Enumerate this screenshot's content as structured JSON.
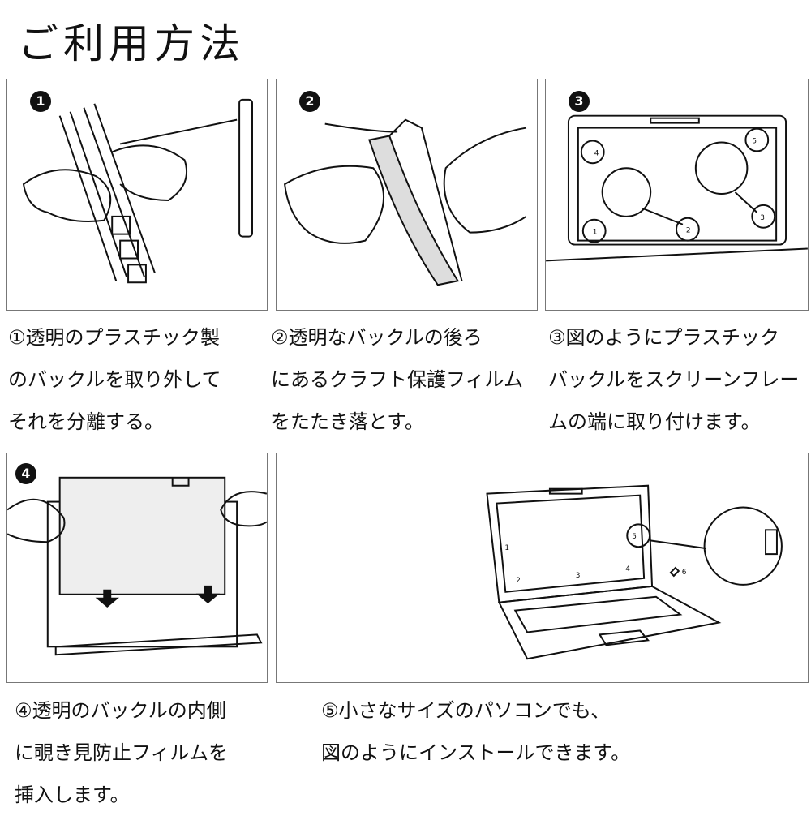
{
  "title": "ご利用方法",
  "steps": [
    {
      "badge": "1",
      "lines": [
        "①透明のプラスチック製",
        "のバックルを取り外して",
        "それを分離する。"
      ]
    },
    {
      "badge": "2",
      "lines": [
        "②透明なバックルの後ろ",
        "にあるクラフト保護フィルム",
        "をたたき落とす。"
      ]
    },
    {
      "badge": "3",
      "lines": [
        "③図のようにプラスチック",
        "バックルをスクリーンフレー",
        "ムの端に取り付けます。"
      ]
    },
    {
      "badge": "4",
      "lines": [
        "④透明のバックルの内側",
        "に覗き見防止フィルムを",
        "挿入します。"
      ]
    },
    {
      "badge": "",
      "lines": [
        "⑤小さなサイズのパソコンでも、",
        "図のようにインストールできます。"
      ]
    }
  ],
  "diagram_labels": {
    "panel3": [
      "4",
      "5",
      "1",
      "2",
      "3"
    ],
    "panel5": [
      "1",
      "2",
      "3",
      "4",
      "5",
      "6"
    ]
  }
}
